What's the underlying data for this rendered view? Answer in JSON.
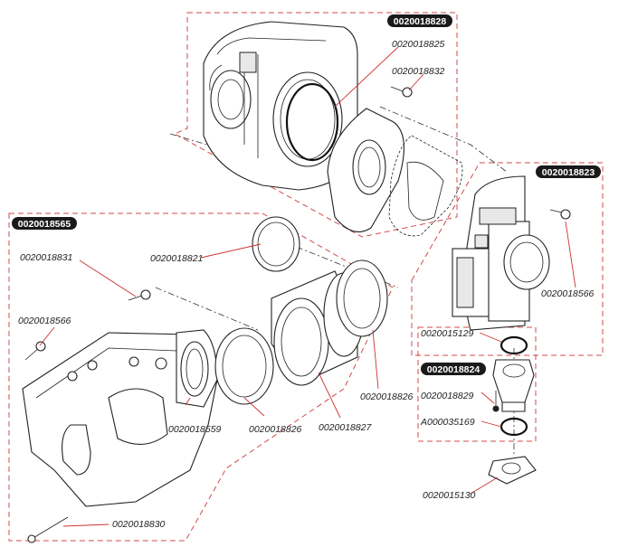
{
  "groups": {
    "g1": "0020018828",
    "g2": "0020018823",
    "g3": "0020018565",
    "g4": "0020018824"
  },
  "labels": {
    "p1": "0020018825",
    "p2": "0020018832",
    "p3": "0020018821",
    "p4": "0020018831",
    "p5": "0020018566",
    "p6": "0020018566",
    "p7": "0020018559",
    "p8": "0020018826",
    "p9": "0020018827",
    "p10": "0020018826",
    "p11": "0020015129",
    "p12": "0020018829",
    "p13": "A000035169",
    "p14": "0020015130",
    "p15": "0020018830"
  }
}
